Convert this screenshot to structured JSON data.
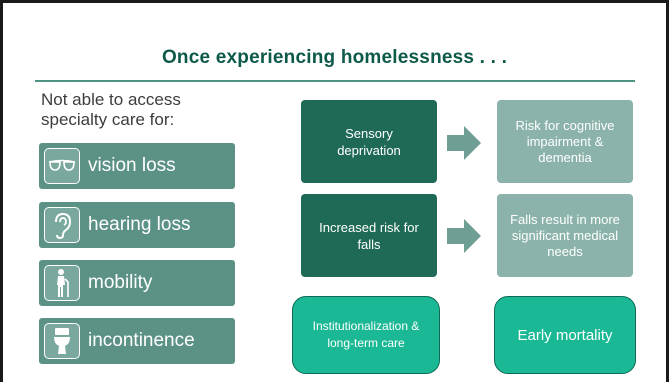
{
  "slide": {
    "title": "Once experiencing homelessness . . .",
    "left_heading": "Not able to access specialty care for:",
    "conditions": [
      {
        "label": "vision loss",
        "icon": "glasses-icon"
      },
      {
        "label": "hearing loss",
        "icon": "ear-icon"
      },
      {
        "label": "mobility",
        "icon": "walking-cane-person-icon"
      },
      {
        "label": "incontinence",
        "icon": "toilet-icon"
      }
    ],
    "flow": {
      "sensory": "Sensory deprivation",
      "cognitive": "Risk for cognitive impairment & dementia",
      "falls_risk": "Increased risk for falls",
      "falls_result": "Falls result in more significant medical needs",
      "institutional": "Institutionalization & long-term care",
      "mortality": "Early mortality"
    }
  },
  "colors": {
    "title": "#0d5a4a",
    "rule": "#4f9384",
    "tile": "#5c9186",
    "dark_box": "#1f6a57",
    "light_box": "#8bb3ab",
    "bright_box": "#1ab894",
    "arrow": "#6e9e94"
  }
}
